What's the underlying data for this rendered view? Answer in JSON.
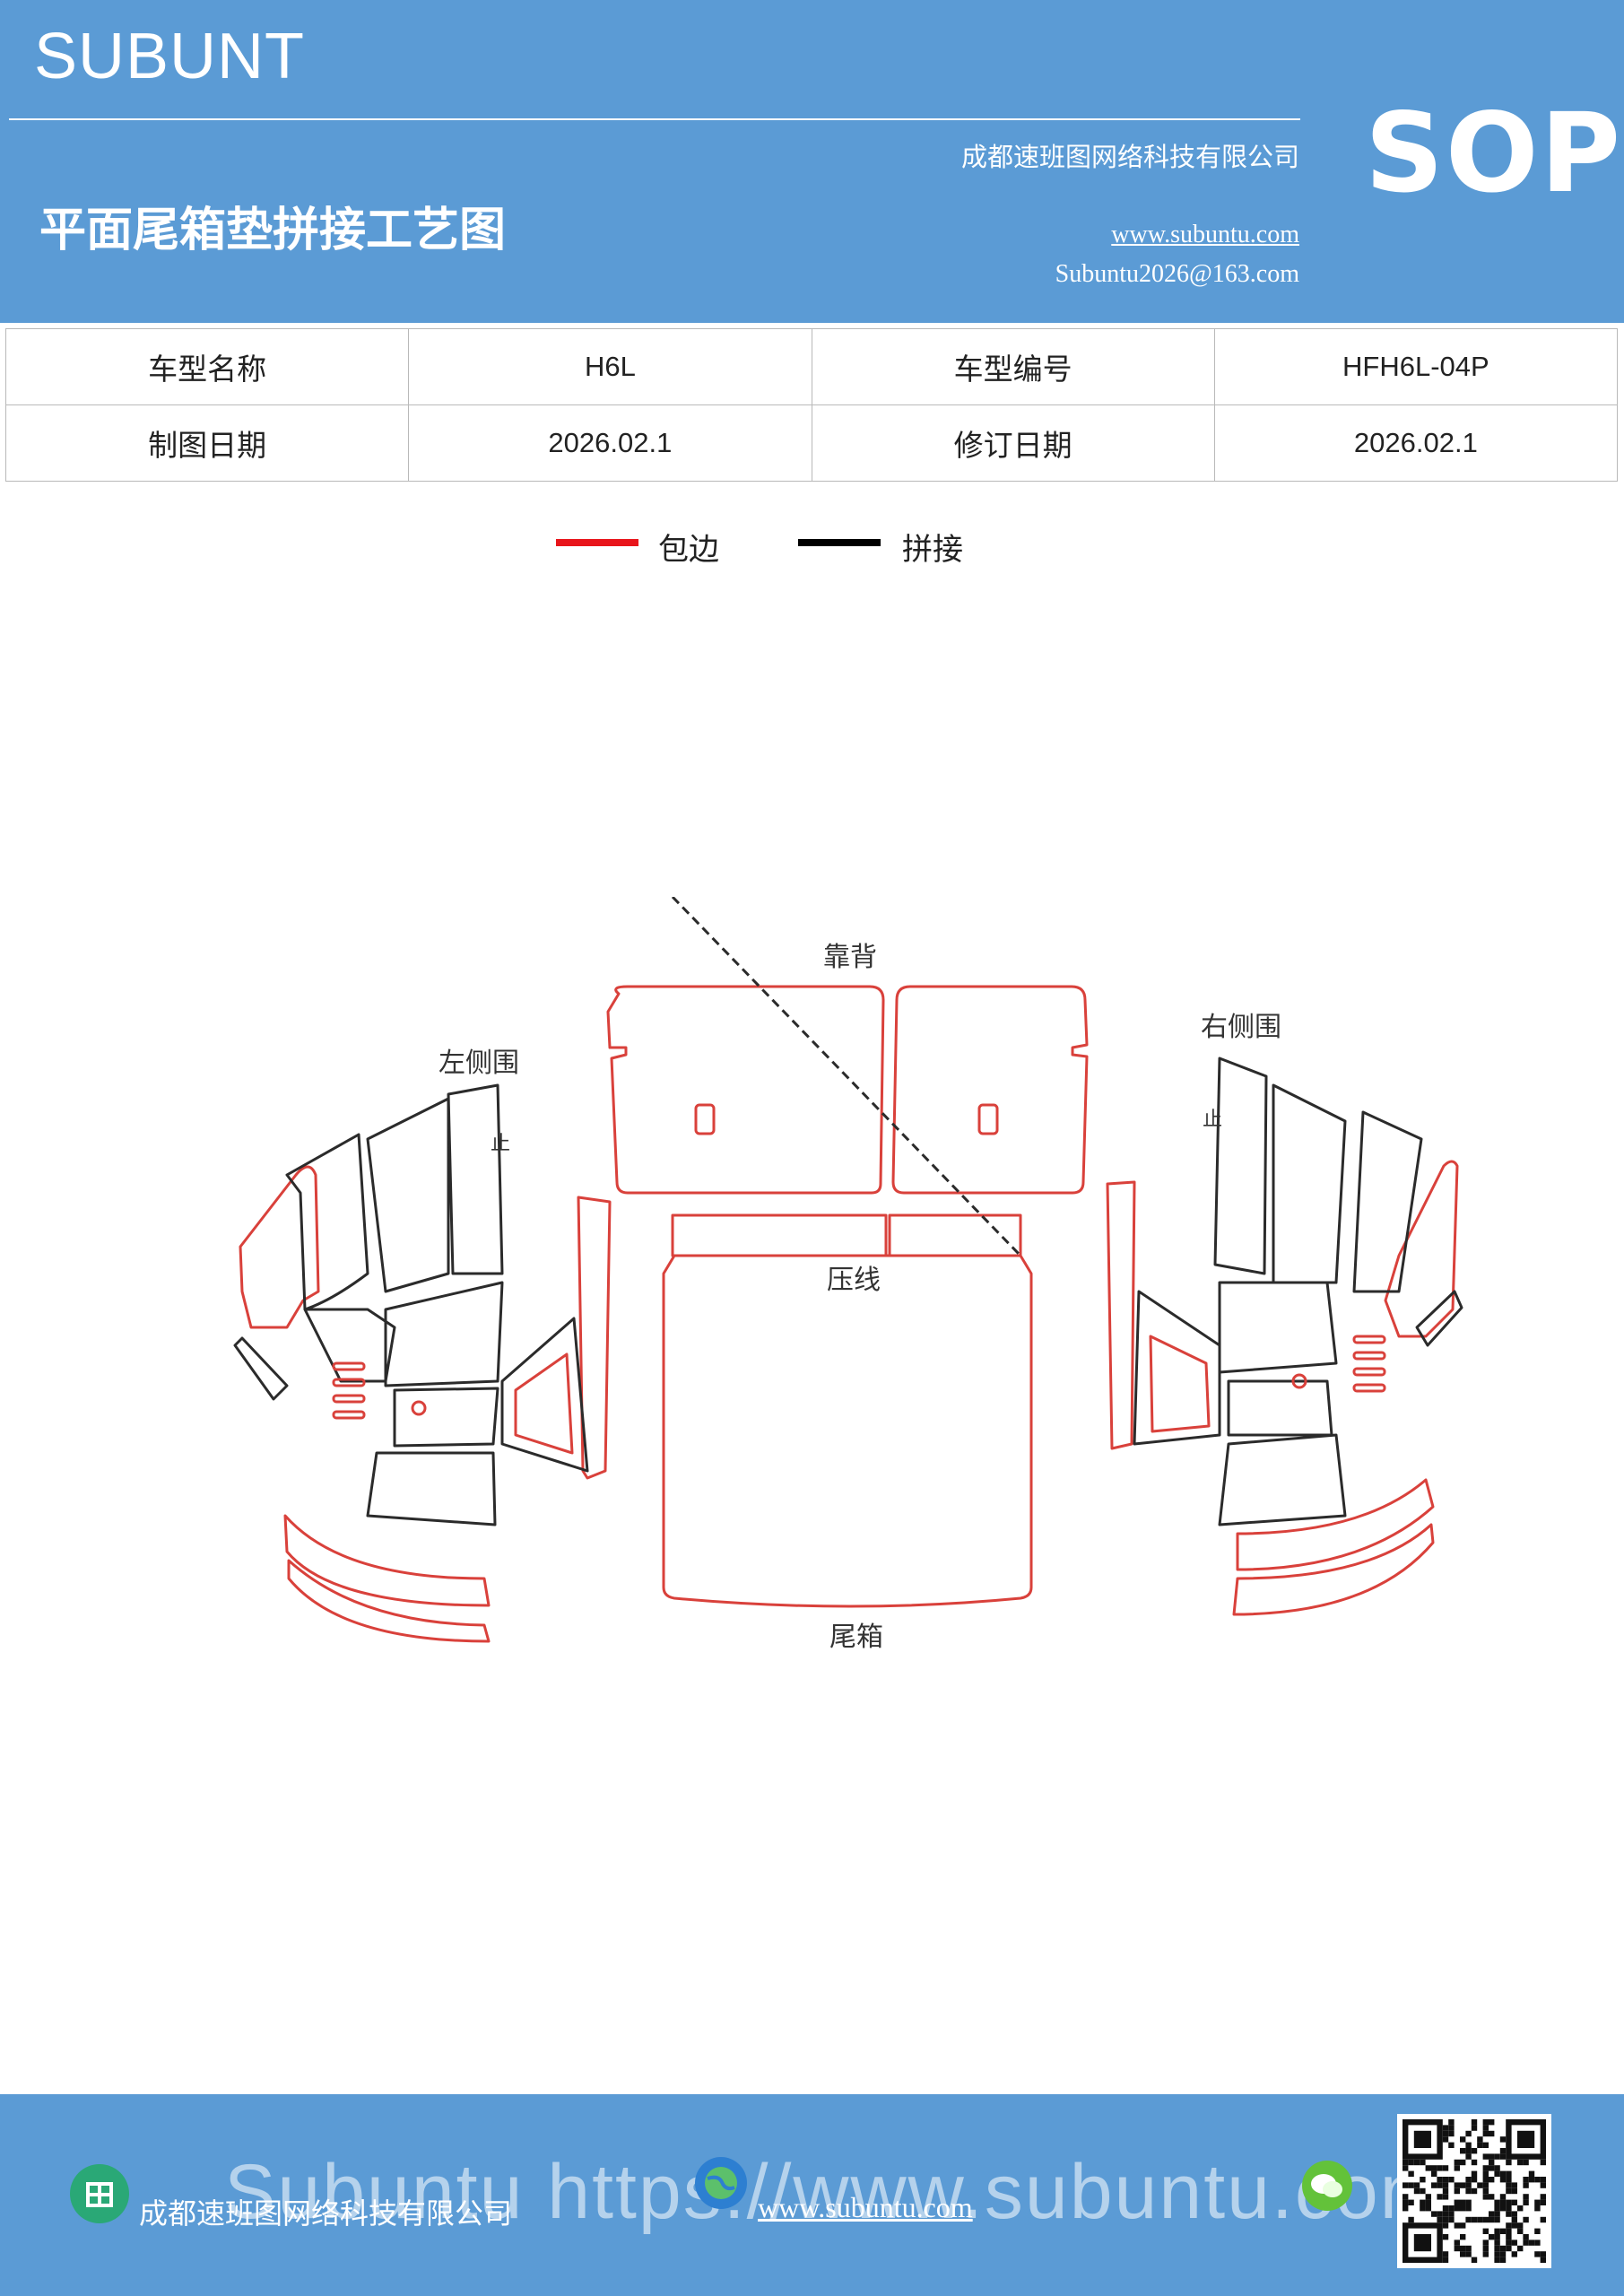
{
  "header": {
    "brand": "SUBUNT",
    "badge": "SOP",
    "title": "平面尾箱垫拼接工艺图",
    "company": "成都速班图网络科技有限公司",
    "website": "www.subuntu.com",
    "email": "Subuntu2026@163.com"
  },
  "info": {
    "model_name_label": "车型名称",
    "model_name": "H6L",
    "model_code_label": "车型编号",
    "model_code": "HFH6L-04P",
    "draw_date_label": "制图日期",
    "draw_date": "2026.02.1",
    "revise_date_label": "修订日期",
    "revise_date": "2026.02.1"
  },
  "legend": {
    "items": [
      {
        "label": "包边",
        "color": "#e8151b"
      },
      {
        "label": "拼接",
        "color": "#000000"
      }
    ]
  },
  "diagram": {
    "labels": {
      "back": "靠背",
      "left_side": "左侧围",
      "right_side": "右侧围",
      "press_line": "压线",
      "trunk": "尾箱",
      "stop_left": "止",
      "stop_right": "止"
    },
    "colors": {
      "edge": "#d9413b",
      "seam": "#2b2b2b"
    }
  },
  "footer": {
    "company": "成都速班图网络科技有限公司",
    "website": "www.subuntu.com",
    "watermark": "Subuntu https://www.subuntu.com"
  }
}
